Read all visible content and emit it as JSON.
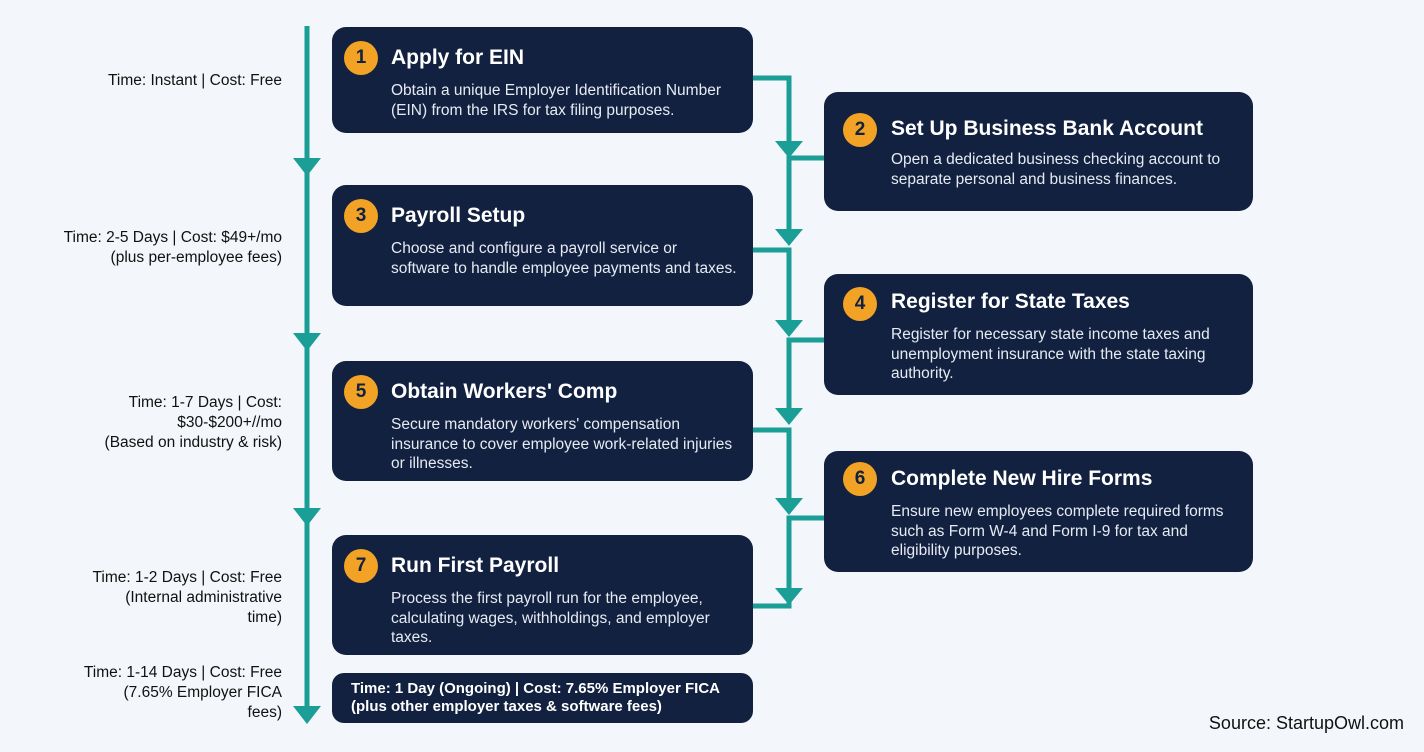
{
  "colors": {
    "card": "#12213f",
    "accent": "#f2a325",
    "arrow": "#1a9e96",
    "background": "#f3f6fa"
  },
  "time_labels": [
    "Time: Instant | Cost: Free",
    "Time: 2-5 Days | Cost: $49+/mo\n(plus per-employee fees)",
    "Time: 1-7 Days | Cost:\n$30-$200+//mo\n(Based on industry & risk)",
    "Time: 1-2 Days | Cost: Free\n(Internal administrative\ntime)",
    "Time: 1-14 Days | Cost: Free\n(7.65% Employer FICA\nfees)"
  ],
  "steps": [
    {
      "number": "1",
      "title": "Apply for EIN",
      "description": "Obtain a unique Employer Identification Number (EIN) from the IRS for tax filing purposes."
    },
    {
      "number": "2",
      "title": "Set Up Business Bank Account",
      "description": "Open a dedicated business checking account to separate personal and business finances."
    },
    {
      "number": "3",
      "title": "Payroll Setup",
      "description": "Choose and configure a payroll service or software to handle employee payments and taxes."
    },
    {
      "number": "4",
      "title": "Register for State Taxes",
      "description": "Register for necessary state income taxes and unemployment insurance with the state taxing authority."
    },
    {
      "number": "5",
      "title": "Obtain Workers' Comp",
      "description": "Secure mandatory workers' compensation insurance to cover employee work-related injuries or illnesses."
    },
    {
      "number": "6",
      "title": "Complete New Hire Forms",
      "description": "Ensure new employees complete required forms such as Form W-4 and Form I-9 for tax and eligibility purposes."
    },
    {
      "number": "7",
      "title": "Run First Payroll",
      "description": "Process the first payroll run for the employee, calculating wages, withholdings, and employer taxes."
    }
  ],
  "summary": {
    "line1": "Time: 1 Day (Ongoing) | Cost: 7.65% Employer FICA",
    "line2": "(plus other employer taxes & software fees)"
  },
  "source": "Source: StartupOwl.com"
}
